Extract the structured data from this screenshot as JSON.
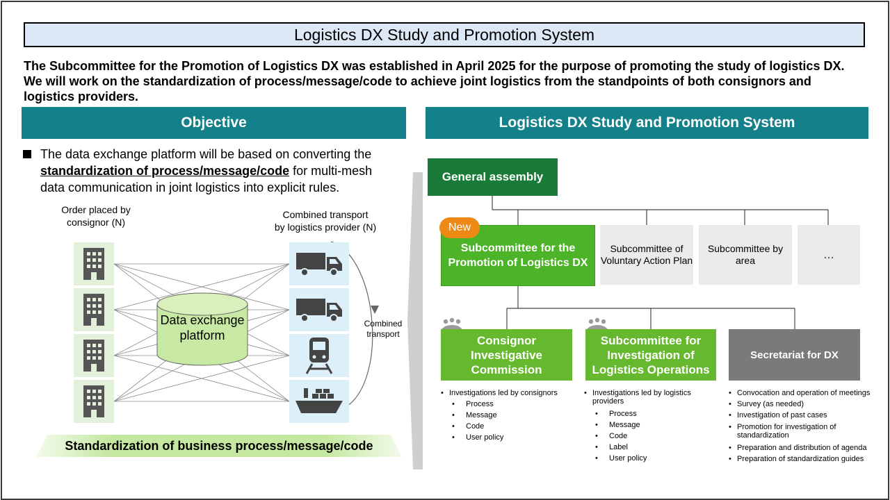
{
  "title": "Logistics DX Study and Promotion System",
  "intro_lines": [
    "The Subcommittee for the Promotion of Logistics DX was established in April 2025 for the purpose of promoting the study of logistics DX.",
    "We will work on the standardization of process/message/code to achieve joint logistics from the standpoints of both consignors and",
    "logistics providers."
  ],
  "left": {
    "header": "Objective",
    "bullet": {
      "before": "The data exchange platform will be based on converting the",
      "emphasis": "standardization of process/message/code",
      "after_line2": " for multi-mesh",
      "line3": "data communication in joint logistics into explicit rules."
    },
    "consignor_label": [
      "Order placed by",
      "consignor (N)"
    ],
    "provider_label": [
      "Combined transport",
      "by logistics provider (N)"
    ],
    "platform_label": [
      "Data exchange",
      "platform"
    ],
    "combined_label": [
      "Combined",
      "transport"
    ],
    "banner": "Standardization of business process/message/code",
    "icons": {
      "consignors": [
        "building-icon",
        "building-icon",
        "building-icon",
        "building-icon"
      ],
      "providers": [
        "truck-icon",
        "truck-icon",
        "train-icon",
        "ship-icon"
      ]
    },
    "colors": {
      "consignor_tile": "#e3f1da",
      "provider_tile": "#ddf0fa",
      "platform": "#c8e9a3"
    }
  },
  "right": {
    "header": "Logistics DX Study and Promotion System",
    "general_assembly": "General assembly",
    "new_badge": "New",
    "subcommittee_dx": [
      "Subcommittee for the",
      "Promotion of Logistics DX"
    ],
    "subcommittee_voluntary": [
      "Subcommittee of",
      "Voluntary Action Plan"
    ],
    "subcommittee_area": "Subcommittee by area",
    "ellipsis": "…",
    "consignor_commission": [
      "Consignor",
      "Investigative",
      "Commission"
    ],
    "operations_subcommittee": [
      "Subcommittee for",
      "Investigation of",
      "Logistics Operations"
    ],
    "secretariat": "Secretariat for DX",
    "consignor_list": {
      "lead": "Investigations led by consignors",
      "items": [
        "Process",
        "Message",
        "Code",
        "User policy"
      ]
    },
    "operations_list": {
      "lead": [
        "Investigations led by logistics",
        "providers"
      ],
      "items": [
        "Process",
        "Message",
        "Code",
        "Label",
        "User policy"
      ]
    },
    "secretariat_list": [
      [
        "Convocation and operation of meetings"
      ],
      [
        "Survey (as needed)"
      ],
      [
        "Investigation of past cases"
      ],
      [
        "Promotion for investigation of",
        "standardization"
      ],
      [
        "Preparation and distribution of agenda"
      ],
      [
        "Preparation of standardization guides"
      ]
    ],
    "colors": {
      "header_band": "#13808a",
      "green": "#66b82e",
      "badge": "#ec8a15",
      "secretariat": "#7a7a7a"
    }
  }
}
